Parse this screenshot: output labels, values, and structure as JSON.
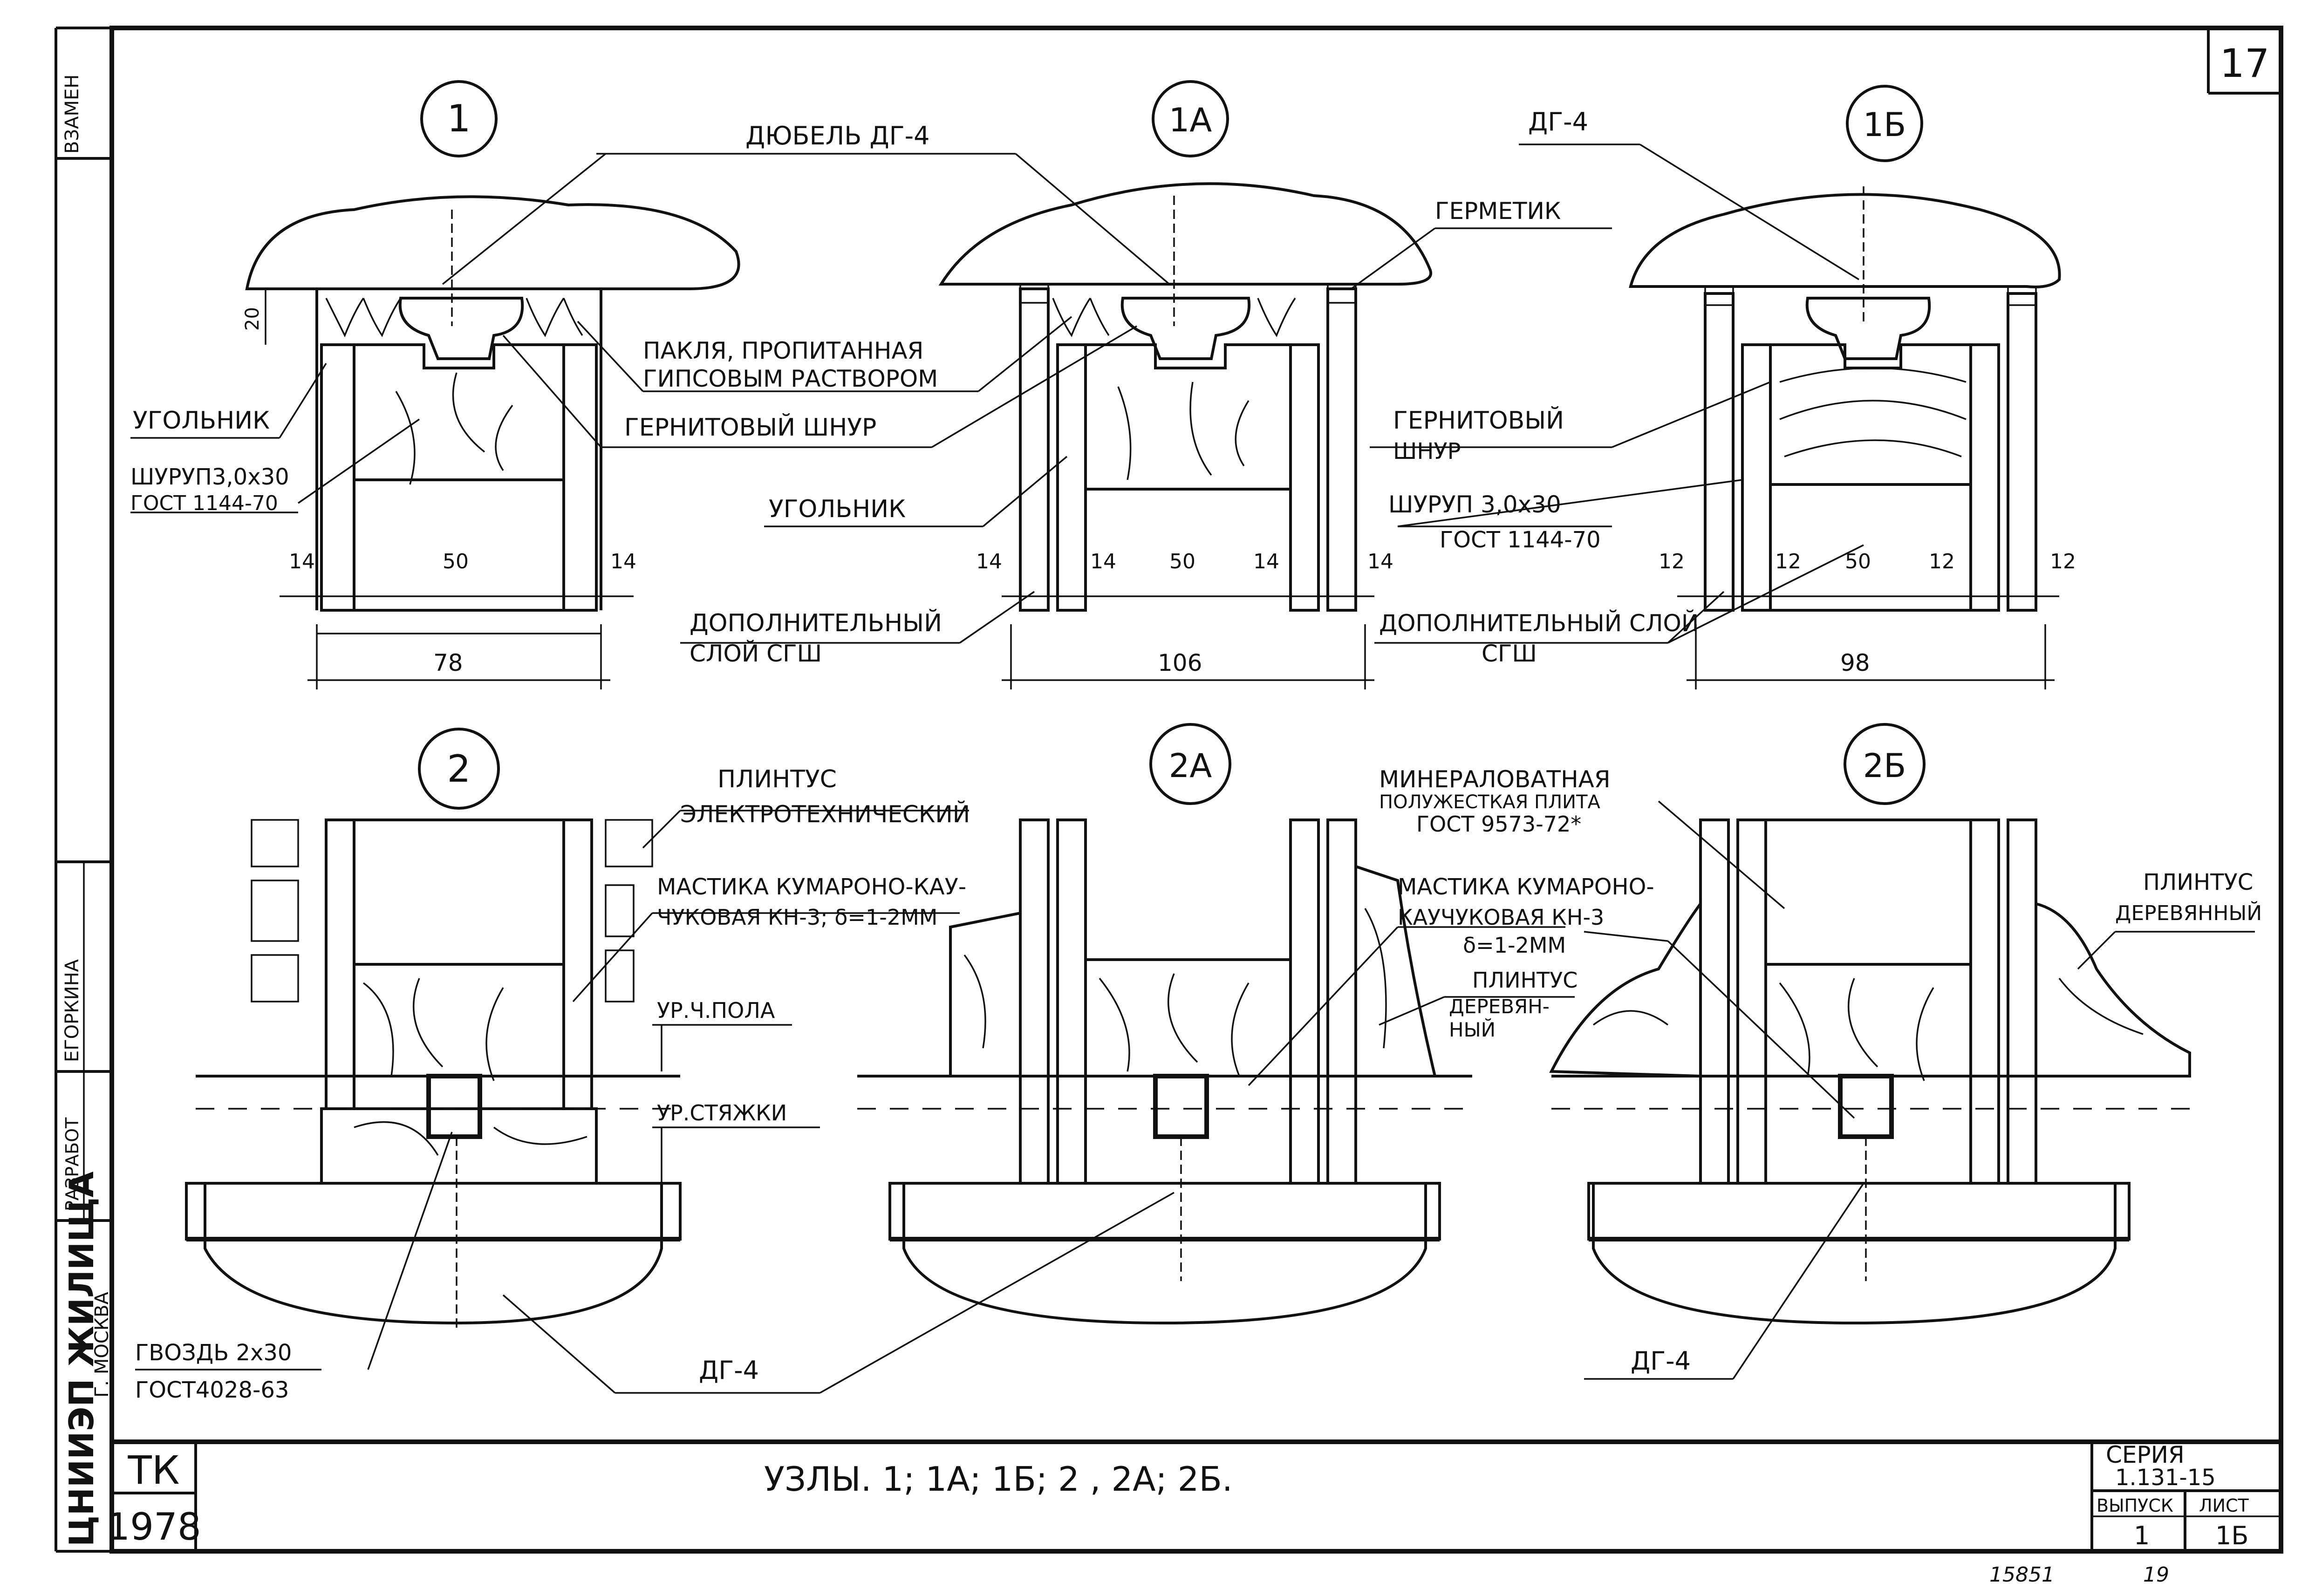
{
  "sheet": {
    "number": "17",
    "side_labels": {
      "vzamen": "ВЗАМЕН",
      "razrabot": "РАЗРАБОТ",
      "egorkina": "ЕГОРКИНА",
      "org": "ЦНИИЭП ЖИЛИЩА",
      "city": "Г. МОСКВА"
    },
    "title_block": {
      "tk": "ТК",
      "year": "1978",
      "title": "УЗЛЫ. 1; 1А; 1Б; 2 , 2А; 2Б.",
      "seria_label": "СЕРИЯ",
      "seria_value": "1.131-15",
      "vypusk_label": "ВЫПУСК",
      "vypusk_value": "1",
      "list_label": "ЛИСТ",
      "list_value": "1Б"
    },
    "footer": {
      "left": "15851",
      "right": "19"
    }
  },
  "nodes": [
    {
      "id": "1",
      "label": "1"
    },
    {
      "id": "1a",
      "label": "1А"
    },
    {
      "id": "1b",
      "label": "1Б"
    },
    {
      "id": "2",
      "label": "2"
    },
    {
      "id": "2a",
      "label": "2А"
    },
    {
      "id": "2b",
      "label": "2Б"
    }
  ],
  "callouts": {
    "dyubel": "ДЮБЕЛЬ ДГ-4",
    "dg4_top": "ДГ-4",
    "germetik": "ГЕРМЕТИК",
    "paklya_1": "ПАКЛЯ, ПРОПИТАННАЯ",
    "paklya_2": "ГИПСОВЫМ РАСТВОРОМ",
    "gernit_1": "ГЕРНИТОВЫЙ ШНУР",
    "gernit_1b_1": "ГЕРНИТОВЫЙ",
    "gernit_1b_2": "ШНУР",
    "ugolnik_1": "УГОЛЬНИК",
    "ugolnik_1a": "УГОЛЬНИК",
    "shurup_1_1": "ШУРУП3,0х30",
    "shurup_1_2": "ГОСТ 1144-70",
    "shurup_1b_1": "ШУРУП 3,0х30",
    "shurup_1b_2": "ГОСТ 1144-70",
    "dop_1a_1": "ДОПОЛНИТЕЛЬНЫЙ",
    "dop_1a_2": "СЛОЙ СГШ",
    "dop_1b_1": "ДОПОЛНИТЕЛЬНЫЙ СЛОЙ",
    "dop_1b_2": "СГШ",
    "plintus_el_1": "ПЛИНТУС",
    "plintus_el_2": "ЭЛЕКТРОТЕХНИЧЕСКИЙ",
    "mastika_2_1": "МАСТИКА КУМАРОНО-КАУ-",
    "mastika_2_2": "ЧУКОВАЯ КН-3; δ=1-2ММ",
    "ur_pola": "УР.Ч.ПОЛА",
    "ur_styazhki": "УР.СТЯЖКИ",
    "gvozd_1": "ГВОЗДЬ 2х30",
    "gvozd_2": "ГОСТ4028-63",
    "dg4_2": "ДГ-4",
    "mastika_2a_1": "МАСТИКА КУМАРОНО-",
    "mastika_2a_2": "КАУЧУКОВАЯ КН-3",
    "mastika_2a_3": "δ=1-2ММ",
    "plintus_d_1": "ПЛИНТУС",
    "plintus_d_2": "ДЕРЕВЯН-",
    "plintus_d_3": "НЫЙ",
    "mineral_1": "МИНЕРАЛОВАТНАЯ",
    "mineral_2": "ПОЛУЖЕСТКАЯ ПЛИТА",
    "mineral_3": "ГОСТ 9573-72*",
    "plintus_2b_1": "ПЛИНТУС",
    "plintus_2b_2": "ДЕРЕВЯННЫЙ",
    "dg4_2b": "ДГ-4"
  },
  "dimensions": {
    "n1": {
      "left": "14",
      "mid": "50",
      "right": "14",
      "total": "78",
      "h": "20"
    },
    "n1a": {
      "a": "14",
      "b": "14",
      "mid": "50",
      "c": "14",
      "d": "14",
      "total": "106"
    },
    "n1b": {
      "a": "12",
      "b": "12",
      "mid": "50",
      "c": "12",
      "d": "12",
      "total": "98"
    }
  }
}
